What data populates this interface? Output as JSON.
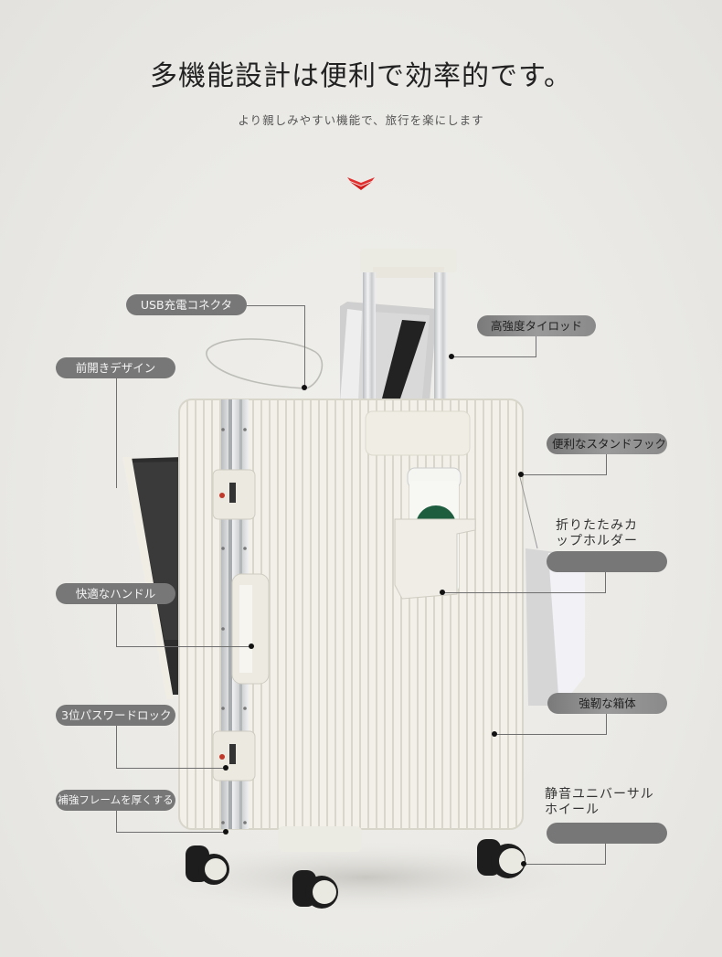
{
  "header": {
    "title": "多機能設計は便利で効率的です。",
    "subtitle": "より親しみやすい機能で、旅行を楽にします",
    "divider_icon": "red-chevron-down-icon",
    "accent_color": "#e02020"
  },
  "callouts": {
    "usb": {
      "label": "USB充電コネクタ"
    },
    "rod": {
      "label": "高強度タイロッド"
    },
    "front_open": {
      "label": "前開きデザイン"
    },
    "hook": {
      "label": "便利なスタンドフック"
    },
    "cup_holder": {
      "label_line1": "折りたたみカ",
      "label_line2": "ップホルダー"
    },
    "handle": {
      "label": "快適なハンドル"
    },
    "shell": {
      "label": "強靭な箱体"
    },
    "lock": {
      "label": "3位パスワードロック"
    },
    "frame": {
      "label": "補強フレームを厚くする"
    },
    "wheels": {
      "label_line1": "静音ユニバーサル",
      "label_line2": "ホイール"
    }
  },
  "product": {
    "name": "suitcase",
    "color": "#efede4",
    "frame_color": "#cfd2d4",
    "cup_logo_color": "#1e5e3f"
  }
}
